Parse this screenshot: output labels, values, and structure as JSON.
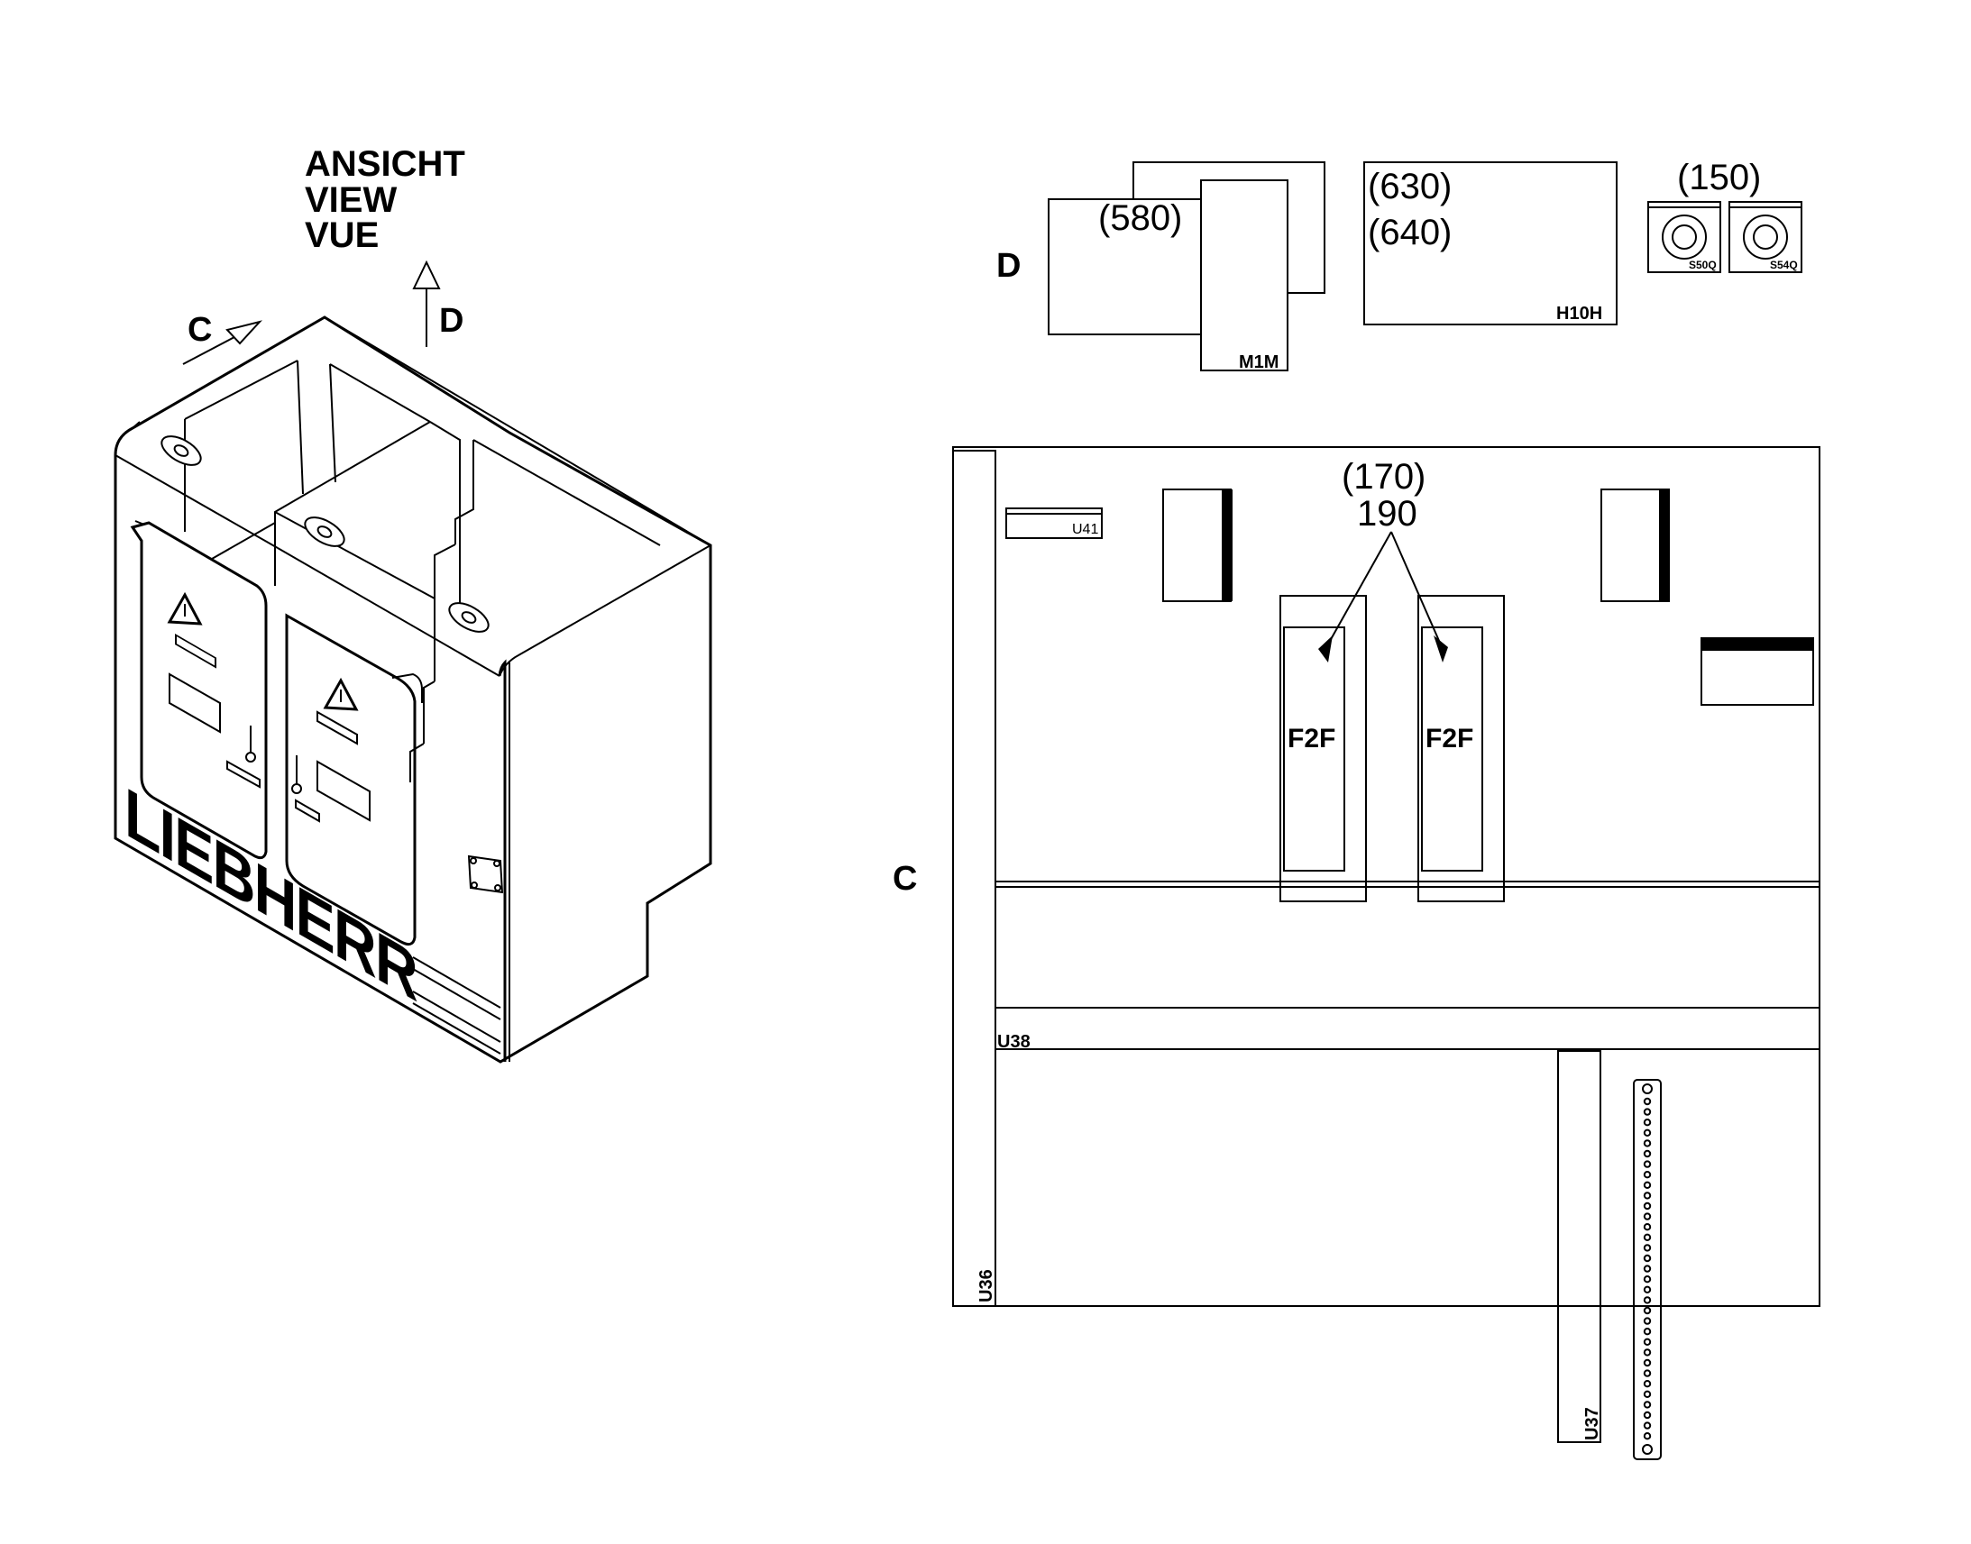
{
  "view_heading": {
    "line1": "ANSICHT",
    "line2": "VIEW",
    "line3": "VUE"
  },
  "view_arrows": {
    "c": "C",
    "d": "D"
  },
  "brand": "LIEBHERR",
  "view_d": {
    "label": "D",
    "ref_580": "(580)",
    "ref_630": "(630)",
    "ref_640": "(640)",
    "ref_150": "(150)",
    "m1m": "M1M",
    "h10h": "H10H",
    "s50q": "S50Q",
    "s54q": "S54Q"
  },
  "view_c": {
    "label": "C",
    "u41": "U41",
    "ref_170": "(170)",
    "ref_190": "190",
    "f2f_left": "F2F",
    "f2f_right": "F2F",
    "u38": "U38",
    "u36": "U36",
    "u37": "U37"
  }
}
